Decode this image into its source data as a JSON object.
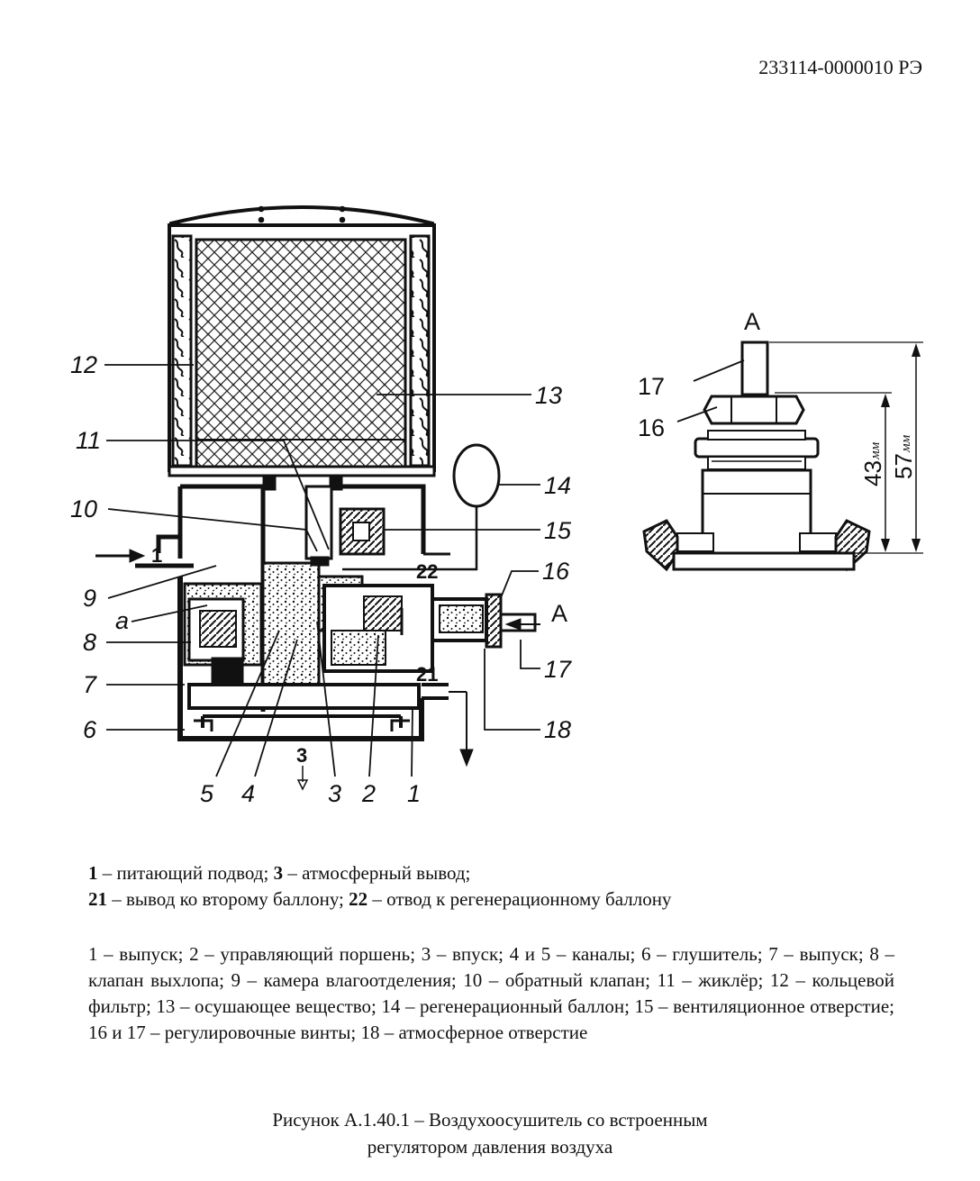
{
  "header": {
    "doc_code": "233114-0000010 РЭ"
  },
  "figure": {
    "main_labels": {
      "l1": "1",
      "l2": "2",
      "l3": "3",
      "l4": "4",
      "l5": "5",
      "l6": "6",
      "l7": "7",
      "l8": "8",
      "l9": "9",
      "l10": "10",
      "l11": "11",
      "l12": "12",
      "l13": "13",
      "l14": "14",
      "l15": "15",
      "l16": "16",
      "l17": "17",
      "l18": "18",
      "l21": "21",
      "l22": "22",
      "la": "а",
      "lA": "A",
      "l3b": "3",
      "l1in": "1"
    },
    "detail": {
      "view_letter": "A",
      "label_17": "17",
      "label_16": "16",
      "dim_43": "43",
      "dim_57": "57",
      "unit": "мм"
    }
  },
  "legend": {
    "line1": [
      {
        "num": "1",
        "text": " – питающий подвод; "
      },
      {
        "num": "3",
        "text": " – атмосферный вывод;"
      }
    ],
    "line2": [
      {
        "num": "21",
        "text": " – вывод ко второму баллону; "
      },
      {
        "num": "22",
        "text": " – отвод к регенерационному баллону"
      }
    ]
  },
  "description": "1 – выпуск; 2 – управляющий поршень; 3 – впуск; 4 и 5 – каналы; 6 – глушитель; 7 – выпуск; 8 – клапан выхлопа; 9 – камера влагоотделения; 10 – обратный клапан; 11 – жиклёр; 12 – кольцевой фильтр; 13 – осушающее вещество; 14 – регенерационный баллон; 15 – вентиляционное отверстие; 16 и 17 – регулировочные винты; 18 – атмосферное отверстие",
  "caption": {
    "line1": "Рисунок А.1.40.1 – Воздухоосушитель со встроенным",
    "line2": "регулятором давления воздуха"
  }
}
